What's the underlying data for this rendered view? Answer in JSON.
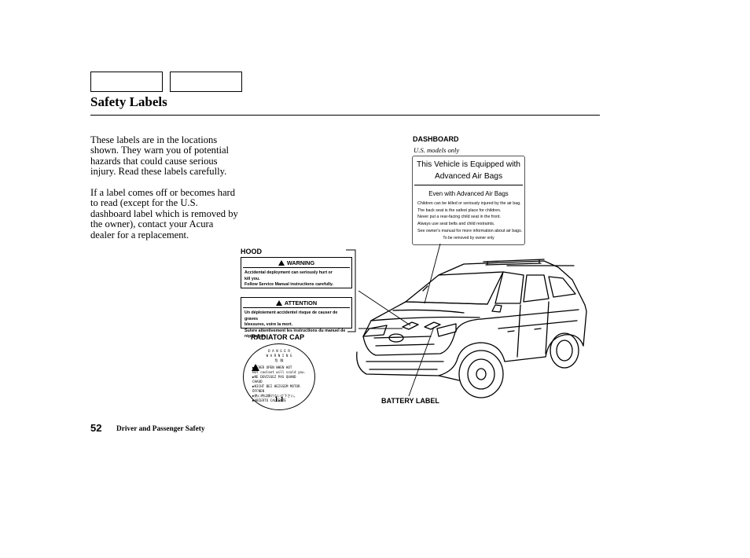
{
  "page": {
    "title": "Safety Labels",
    "page_number": "52",
    "footer": "Driver and Passenger Safety"
  },
  "intro": {
    "para1": [
      "These labels are in the locations",
      "shown. They warn you of potential",
      "hazards that could cause serious",
      "injury. Read these labels carefully."
    ],
    "para2": [
      "If a label comes off or becomes hard",
      "to read (except for the U.S.",
      "dashboard label which is removed by",
      "the owner), contact your Acura",
      "dealer for a replacement."
    ]
  },
  "callouts": {
    "dashboard": "DASHBOARD",
    "dashboard_note": "U.S. models only",
    "hood": "HOOD",
    "radiator_cap": "RADIATOR CAP",
    "battery_label": "BATTERY LABEL"
  },
  "dashboard_label": {
    "heading": [
      "This Vehicle is Equipped with",
      "Advanced Air Bags"
    ],
    "subheading": "Even with Advanced Air Bags",
    "lines": [
      "Children can be killed or seriously injured by the air bag.",
      "The back seat is the safest place for children.",
      "Never put a rear-facing child seat in the front.",
      "Always use seat belts and child restraints.",
      "See owner's manual for more information about air bags."
    ],
    "footer": "To be removed by owner only"
  },
  "hood_warning": {
    "heading": "WARNING",
    "lines": [
      "Accidental deployment can seriously hurt or",
      "kill you.",
      "Follow Service Manual instructions carefully."
    ]
  },
  "hood_attention": {
    "heading": "ATTENTION",
    "lines": [
      "Un déploiement accidentel risque de causer de graves",
      "blessures, voire la mort.",
      "Suivre attentivement les instructions du manuel de réparation."
    ]
  },
  "radiator_cap_label": {
    "header_lines": [
      "D A N G E R",
      "W A R N I N G",
      "危 険"
    ],
    "lines": [
      "▶NEVER OPEN WHEN HOT",
      "Hot coolant will scald you.",
      "▶NE DEVISSEZ PAS QUAND CHAUD",
      "▶NICHT BEI HEISSEM MOTOR ÖFFNEN",
      "▶熱い時は開けないで下さい。",
      "▶ABIERTO CALIENTE"
    ],
    "pressure": "1.1"
  }
}
